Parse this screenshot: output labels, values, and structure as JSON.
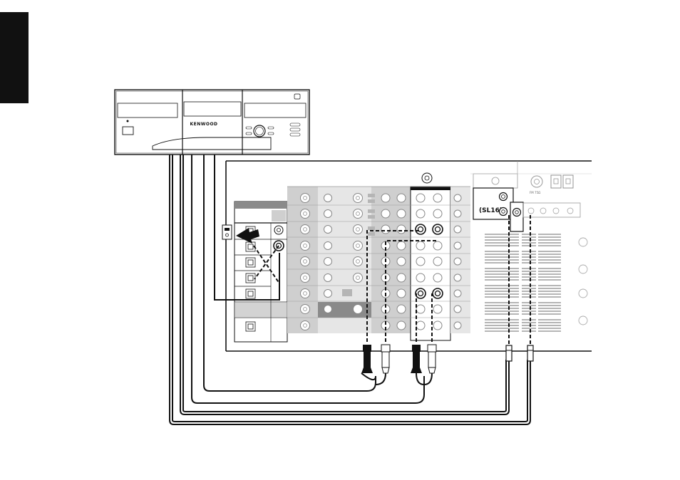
{
  "cd_player": {
    "brand": "KENWOOD"
  },
  "receiver": {
    "system_control_label": "(SL16)",
    "antenna_label": "FM 75Ω"
  },
  "colors": {
    "ink": "#111111",
    "panel_gray": "#cfcfcf",
    "background": "#ffffff"
  }
}
